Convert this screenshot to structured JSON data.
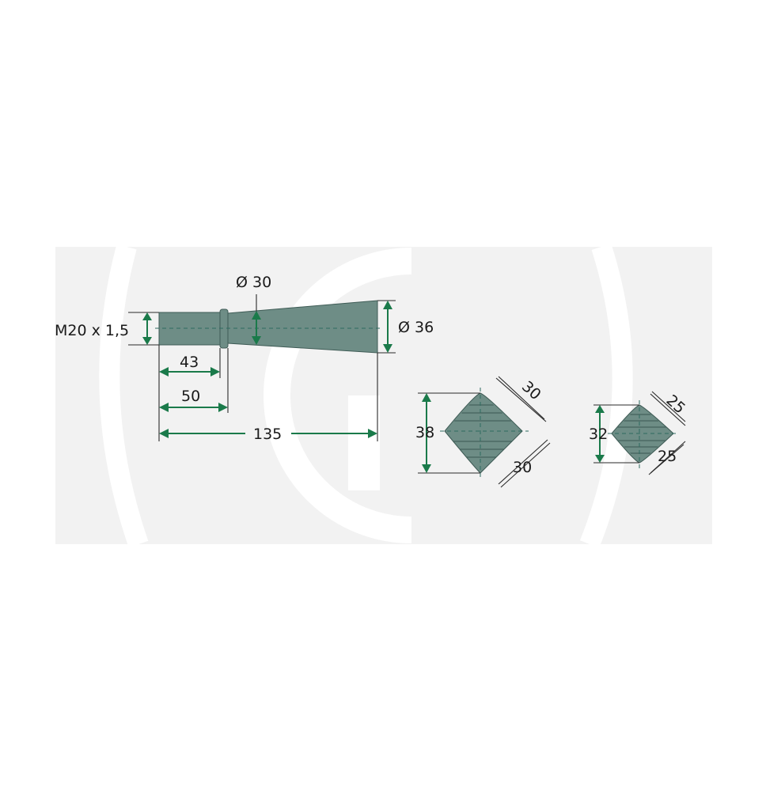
{
  "bolt": {
    "thread_label": "M20 x 1,5",
    "collar_diameter_label": "Ø 30",
    "end_diameter_label": "Ø 36",
    "len_43_label": "43",
    "len_50_label": "50",
    "len_135_label": "135"
  },
  "large_profile": {
    "height_label": "38",
    "side_top_label": "30",
    "side_bottom_label": "30"
  },
  "small_profile": {
    "height_label": "32",
    "side_top_label": "25",
    "side_bottom_label": "25"
  },
  "colors": {
    "part_fill": "#6e8d86",
    "dimension_green": "#1a7a4a",
    "watermark": "#f2f2f2"
  }
}
